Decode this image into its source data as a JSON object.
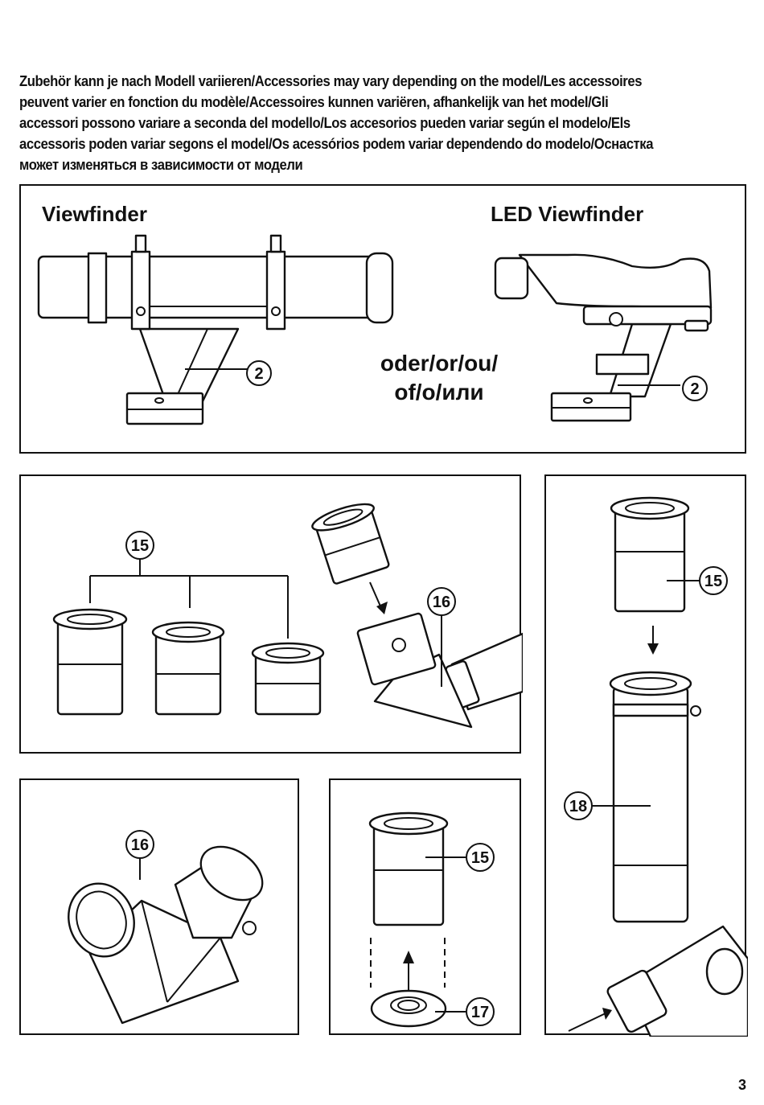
{
  "intro_lines": [
    "Zubehör kann je nach Modell variieren/Accessories may vary depending on the model/Les accessoires",
    "peuvent varier en fonction du modèle/Accessoires kunnen variëren, afhankelijk van het model/Gli",
    "accessori possono variare a seconda del modello/Los accesorios pueden variar según el modelo/Els",
    "accessoris poden variar segons el model/Os acessórios podem variar dependendo do modelo/Оснастка",
    "может изменяться в зависимости от модели"
  ],
  "finder_panel": {
    "left_title": "Viewfinder",
    "right_title": "LED Viewfinder",
    "or_line1": "oder/or/ou/",
    "or_line2": "of/o/или",
    "callout_left": "2",
    "callout_right": "2"
  },
  "eyepieces_panel": {
    "callout_eyepieces": "15",
    "callout_diagonal": "16"
  },
  "diagonal_panel": {
    "callout": "16"
  },
  "filter_panel": {
    "callout_eyepiece": "15",
    "callout_filter": "17"
  },
  "barlow_panel": {
    "callout_eyepiece": "15",
    "callout_barlow": "18"
  },
  "page_number": "3"
}
